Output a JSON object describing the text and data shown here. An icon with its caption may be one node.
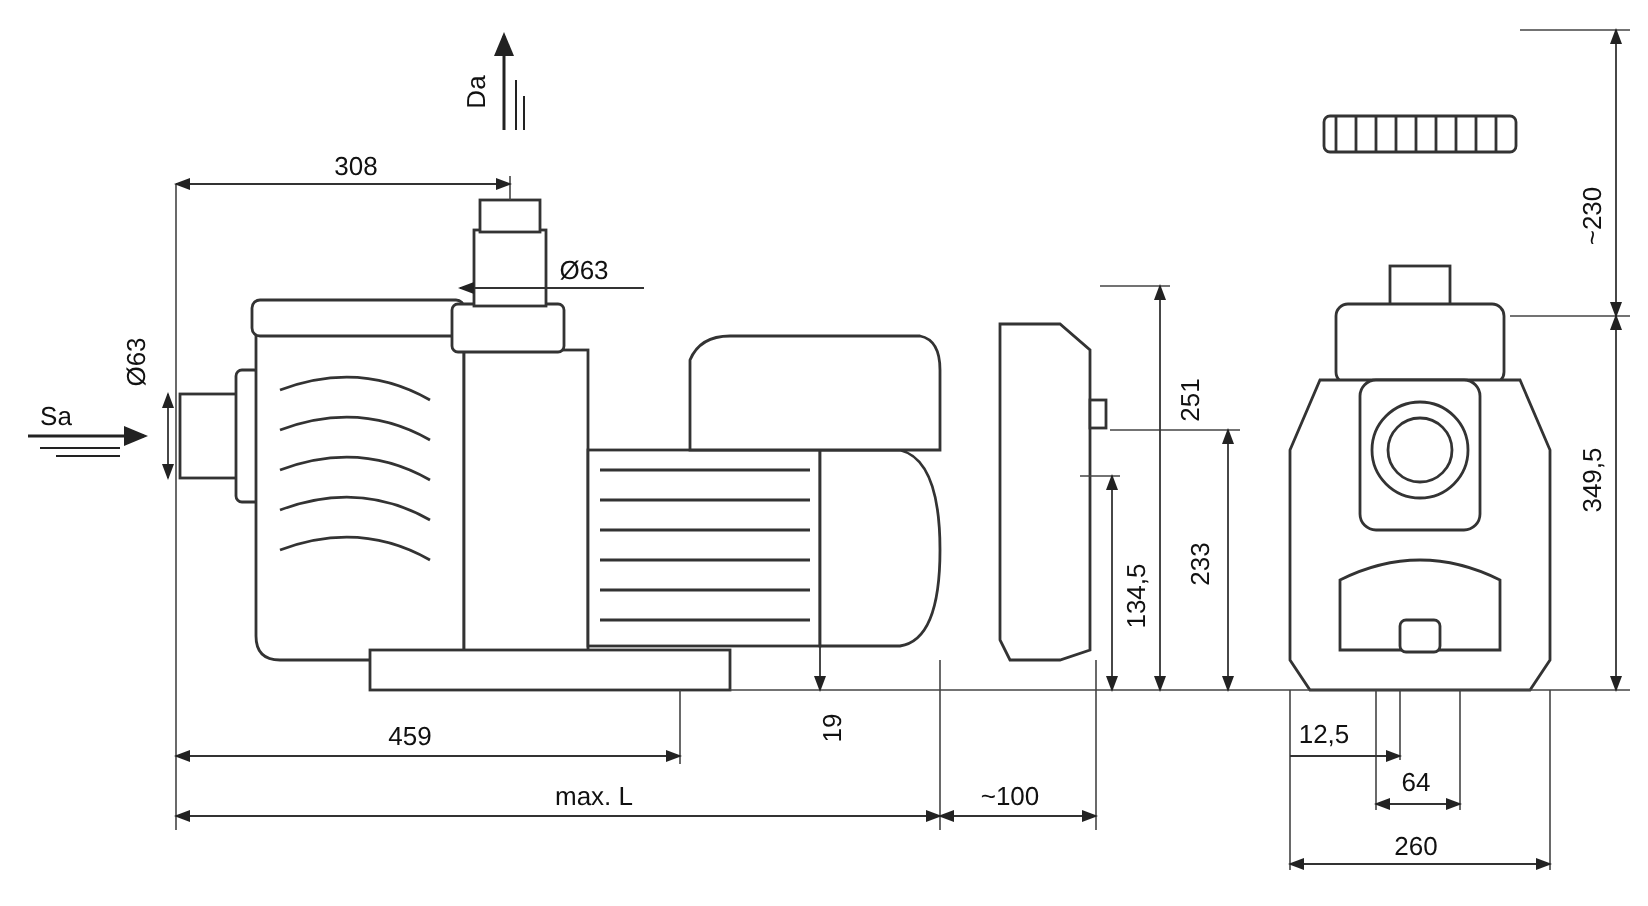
{
  "diagram": {
    "labels": [
      "Da",
      "308",
      "Ø63",
      "Ø63",
      "Sa",
      "~230",
      "251",
      "349,5",
      "233",
      "134,5",
      "19",
      "459",
      "max. L",
      "~100",
      "12,5",
      "64",
      "260"
    ]
  }
}
